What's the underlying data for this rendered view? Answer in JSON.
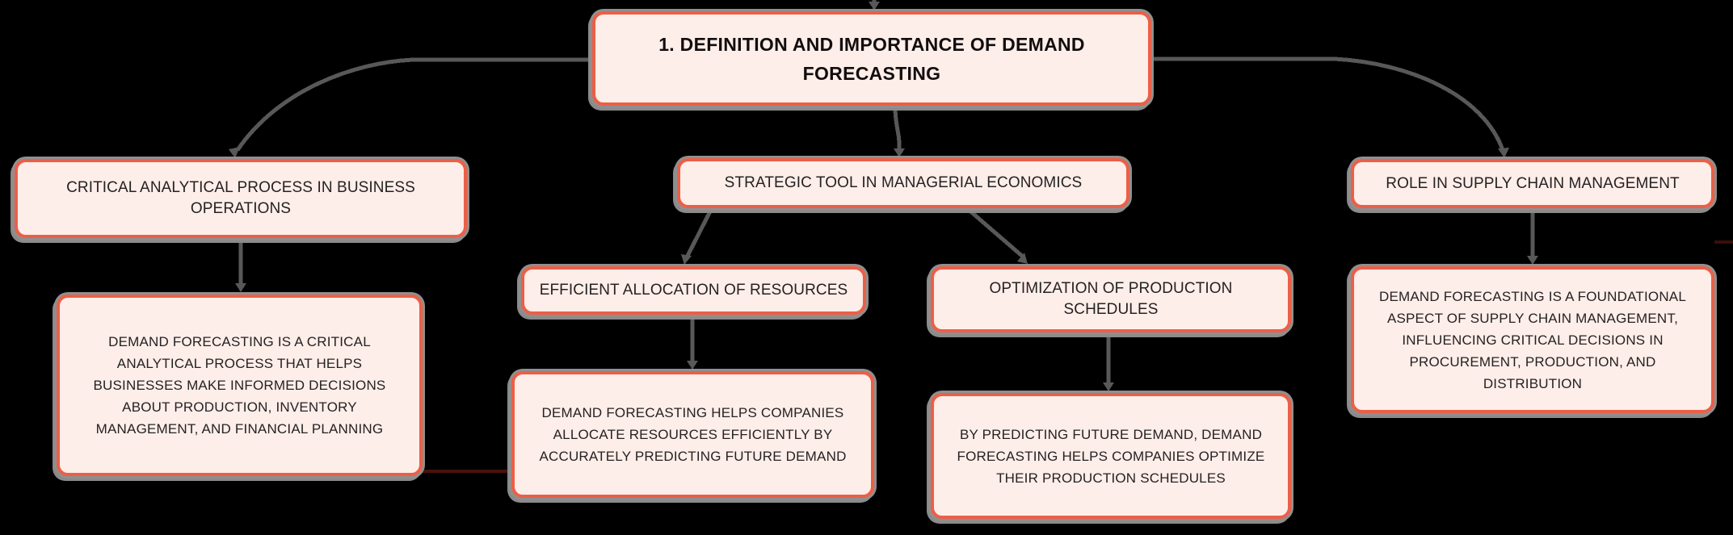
{
  "colors": {
    "background": "#000000",
    "node_fill": "#fdeee9",
    "node_border": "#ec5f47",
    "node_shadow": "#8f8f8f",
    "connector": "#585858",
    "artifact_line": "#4a120a",
    "text": "#272122",
    "root_text": "#120d0e"
  },
  "mindmap": {
    "root": {
      "label": "1. DEFINITION AND IMPORTANCE OF DEMAND FORECASTING"
    },
    "branches": [
      {
        "label": "CRITICAL ANALYTICAL PROCESS IN BUSINESS OPERATIONS",
        "children": [
          {
            "label": "DEMAND FORECASTING IS A CRITICAL ANALYTICAL PROCESS THAT HELPS BUSINESSES MAKE INFORMED DECISIONS ABOUT PRODUCTION, INVENTORY MANAGEMENT, AND FINANCIAL PLANNING"
          }
        ]
      },
      {
        "label": "STRATEGIC TOOL IN MANAGERIAL ECONOMICS",
        "children": [
          {
            "label": "EFFICIENT ALLOCATION OF RESOURCES",
            "children": [
              {
                "label": "DEMAND FORECASTING HELPS COMPANIES ALLOCATE RESOURCES EFFICIENTLY BY ACCURATELY PREDICTING FUTURE DEMAND"
              }
            ]
          },
          {
            "label": "OPTIMIZATION OF PRODUCTION SCHEDULES",
            "children": [
              {
                "label": "BY PREDICTING FUTURE DEMAND, DEMAND FORECASTING HELPS COMPANIES OPTIMIZE THEIR PRODUCTION SCHEDULES"
              }
            ]
          }
        ]
      },
      {
        "label": "ROLE IN SUPPLY CHAIN MANAGEMENT",
        "children": [
          {
            "label": "DEMAND FORECASTING IS A FOUNDATIONAL ASPECT OF SUPPLY CHAIN MANAGEMENT, INFLUENCING CRITICAL DECISIONS IN PROCUREMENT, PRODUCTION, AND DISTRIBUTION"
          }
        ]
      }
    ]
  }
}
